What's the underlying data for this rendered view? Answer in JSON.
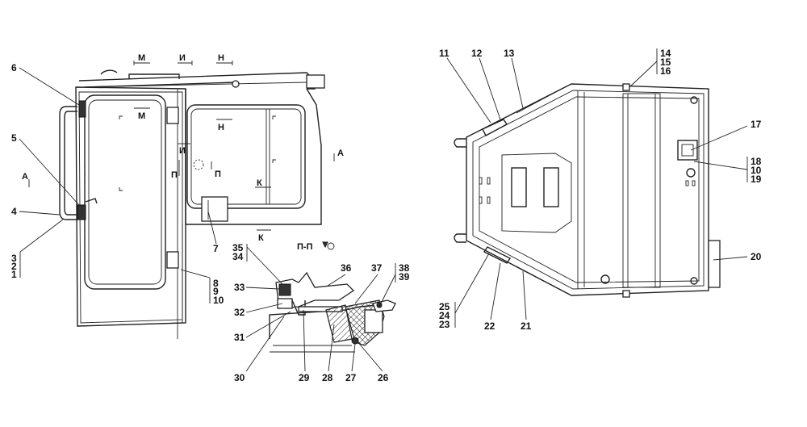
{
  "section_marks": {
    "m_top": "М",
    "i_top": "И",
    "n_top": "Н",
    "m_door": "М",
    "n_win": "Н",
    "i_mid": "И",
    "p_left": "П",
    "p_right": "П",
    "k_win": "К",
    "k_bottom": "К",
    "a_left": "А",
    "a_right": "А",
    "section_title": "П-П"
  },
  "callouts": {
    "c1": "1",
    "c2": "2",
    "c3": "3",
    "c4": "4",
    "c5": "5",
    "c6": "6",
    "c7": "7",
    "c8": "8",
    "c9": "9",
    "c10a": "10",
    "c10b": "10",
    "c11": "11",
    "c12": "12",
    "c13": "13",
    "c14": "14",
    "c15": "15",
    "c16": "16",
    "c17": "17",
    "c18": "18",
    "c19": "19",
    "c20": "20",
    "c21": "21",
    "c22": "22",
    "c23": "23",
    "c24": "24",
    "c25": "25",
    "c26": "26",
    "c27": "27",
    "c28": "28",
    "c29": "29",
    "c30": "30",
    "c31": "31",
    "c32": "32",
    "c33": "33",
    "c34": "34",
    "c35": "35",
    "c36": "36",
    "c37": "37",
    "c38": "38",
    "c39": "39"
  }
}
